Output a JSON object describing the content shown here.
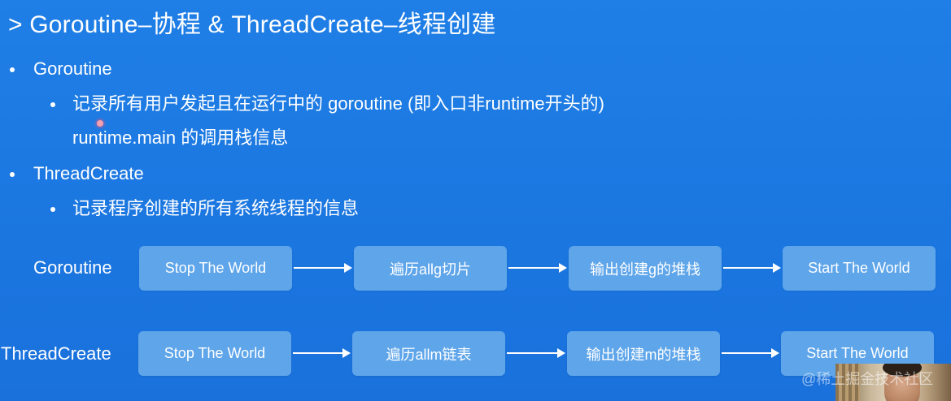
{
  "slide": {
    "title": "> Goroutine–协程 & ThreadCreate–线程创建"
  },
  "bullets": {
    "b1": {
      "text": "Goroutine"
    },
    "b1_sub1_line1": {
      "text": "记录所有用户发起且在运行中的 goroutine (即入口非runtime开头的)"
    },
    "b1_sub1_line2": {
      "text": "runtime.main 的调用栈信息"
    },
    "b2": {
      "text": "ThreadCreate"
    },
    "b2_sub1": {
      "text": "记录程序创建的所有系统线程的信息"
    }
  },
  "flow": {
    "goroutine": {
      "label": "Goroutine",
      "steps": [
        "Stop The World",
        "遍历allg切片",
        "输出创建g的堆栈",
        "Start The World"
      ]
    },
    "threadcreate": {
      "label": "ThreadCreate",
      "steps": [
        "Stop The World",
        "遍历allm链表",
        "输出创建m的堆栈",
        "Start The World"
      ]
    }
  },
  "overlay": {
    "watermark": "@稀土掘金技术社区",
    "webcam_icon": "presenter-webcam"
  },
  "colors": {
    "background": "#1f7fe6",
    "step_box": "#5ea5ea",
    "text": "#ffffff"
  }
}
